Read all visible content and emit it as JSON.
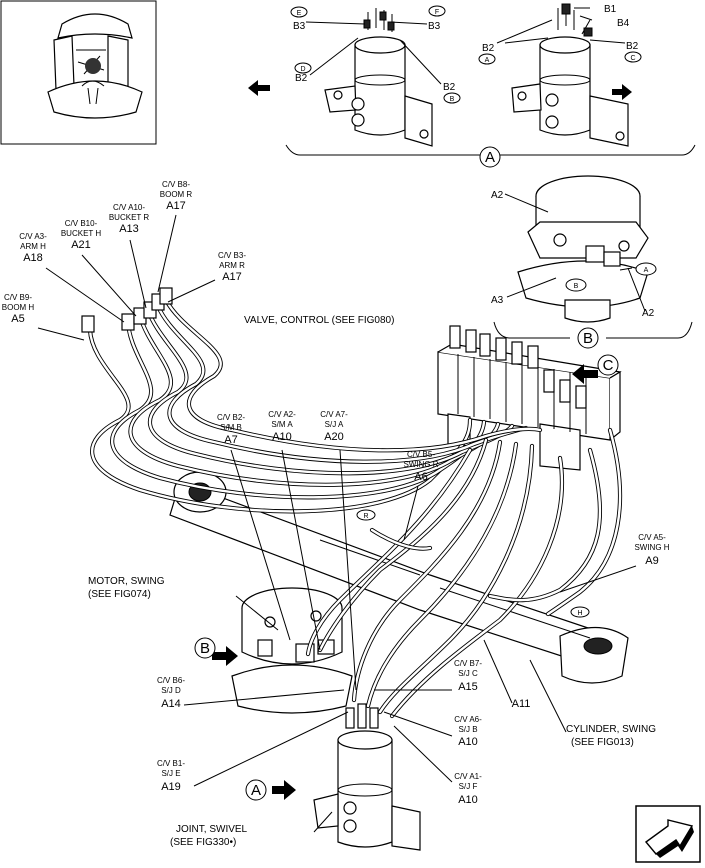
{
  "callouts": {
    "valve_control": "VALVE, CONTROL (SEE FIG080)",
    "motor_swing_1": "MOTOR, SWING",
    "motor_swing_2": "(SEE FIG074)",
    "cylinder_swing_1": "CYLINDER, SWING",
    "cylinder_swing_2": "(SEE FIG013)",
    "joint_swivel_1": "JOINT, SWIVEL",
    "joint_swivel_2": "(SEE FIG330•)"
  },
  "view_markers": {
    "a": "A",
    "b": "B",
    "c": "C"
  },
  "detail_labels": {
    "b3_left": "B3",
    "b3_right": "B3",
    "b2_left": "B2",
    "b2_mid": "B2",
    "b2_right1": "B2",
    "b2_right2": "B2",
    "b1": "B1",
    "b4": "B4",
    "a2_top": "A2",
    "a2_right": "A2",
    "a3": "A3"
  },
  "small_circles": {
    "e": "E",
    "f": "F",
    "d": "D",
    "b_small": "B",
    "a_small": "A",
    "c_small": "C",
    "a_motor": "A",
    "b_motor": "B",
    "r": "R",
    "h": "H"
  },
  "hose_labels": {
    "a5": {
      "desc1": "C/V B9-",
      "desc2": "BOOM H",
      "code": "A5"
    },
    "a18": {
      "desc1": "C/V A3-",
      "desc2": "ARM H",
      "code": "A18"
    },
    "a21": {
      "desc1": "C/V B10-",
      "desc2": "BUCKET H",
      "code": "A21"
    },
    "a13": {
      "desc1": "C/V A10-",
      "desc2": "BUCKET R",
      "code": "A13"
    },
    "a17_top": {
      "desc1": "C/V B8-",
      "desc2": "BOOM R",
      "code": "A17"
    },
    "a17_mid": {
      "desc1": "C/V B3-",
      "desc2": "ARM R",
      "code": "A17"
    },
    "a7": {
      "desc1": "C/V B2-",
      "desc2": "S/M B",
      "code": "A7"
    },
    "a10_top": {
      "desc1": "C/V A2-",
      "desc2": "S/M A",
      "code": "A10"
    },
    "a20": {
      "desc1": "C/V A7-",
      "desc2": "S/J A",
      "code": "A20"
    },
    "a6": {
      "desc1": "C/V B5-",
      "desc2": "SWING R",
      "code": "A6"
    },
    "a9": {
      "desc1": "C/V A5-",
      "desc2": "SWING H",
      "code": "A9"
    },
    "a14": {
      "desc1": "C/V B6-",
      "desc2": "S/J D",
      "code": "A14"
    },
    "a15": {
      "desc1": "C/V B7-",
      "desc2": "S/J C",
      "code": "A15"
    },
    "a10_mid": {
      "desc1": "C/V A6-",
      "desc2": "S/J B",
      "code": "A10"
    },
    "a19": {
      "desc1": "C/V B1-",
      "desc2": "S/J E",
      "code": "A19"
    },
    "a10_bot": {
      "desc1": "C/V A1-",
      "desc2": "S/J F",
      "code": "A10"
    },
    "a11": {
      "code": "A11"
    }
  },
  "icons": [
    "machine-thumbnail",
    "arrow-left-icon",
    "arrow-right-icon",
    "arrow-right-b-icon",
    "arrow-right-a-icon",
    "arrow-left-c-icon",
    "next-page-arrow-icon"
  ]
}
